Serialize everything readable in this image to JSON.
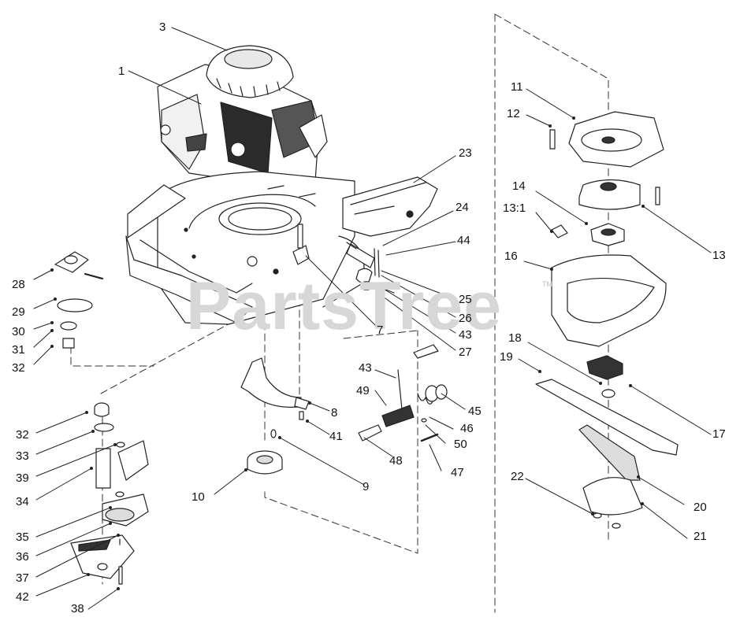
{
  "watermark": {
    "text": "PartsTree",
    "tm": "TM"
  },
  "callouts": [
    {
      "id": "c3",
      "text": "3"
    },
    {
      "id": "c1",
      "text": "1"
    },
    {
      "id": "c28",
      "text": "28"
    },
    {
      "id": "c29",
      "text": "29"
    },
    {
      "id": "c30",
      "text": "30"
    },
    {
      "id": "c31",
      "text": "31"
    },
    {
      "id": "c32a",
      "text": "32"
    },
    {
      "id": "c32b",
      "text": "32"
    },
    {
      "id": "c33",
      "text": "33"
    },
    {
      "id": "c39",
      "text": "39"
    },
    {
      "id": "c34",
      "text": "34"
    },
    {
      "id": "c35",
      "text": "35"
    },
    {
      "id": "c36",
      "text": "36"
    },
    {
      "id": "c37",
      "text": "37"
    },
    {
      "id": "c42",
      "text": "42"
    },
    {
      "id": "c38",
      "text": "38"
    },
    {
      "id": "c10",
      "text": "10"
    },
    {
      "id": "c9",
      "text": "9"
    },
    {
      "id": "c8",
      "text": "8"
    },
    {
      "id": "c41",
      "text": "41"
    },
    {
      "id": "c7",
      "text": "7"
    },
    {
      "id": "c23",
      "text": "23"
    },
    {
      "id": "c24",
      "text": "24"
    },
    {
      "id": "c44",
      "text": "44"
    },
    {
      "id": "c25",
      "text": "25"
    },
    {
      "id": "c26",
      "text": "26"
    },
    {
      "id": "c43a",
      "text": "43"
    },
    {
      "id": "c27",
      "text": "27"
    },
    {
      "id": "c43b",
      "text": "43"
    },
    {
      "id": "c49",
      "text": "49"
    },
    {
      "id": "c45",
      "text": "45"
    },
    {
      "id": "c46",
      "text": "46"
    },
    {
      "id": "c50",
      "text": "50"
    },
    {
      "id": "c48",
      "text": "48"
    },
    {
      "id": "c47",
      "text": "47"
    },
    {
      "id": "c11",
      "text": "11"
    },
    {
      "id": "c12",
      "text": "12"
    },
    {
      "id": "c14",
      "text": "14"
    },
    {
      "id": "c13_1",
      "text": "13:1"
    },
    {
      "id": "c13",
      "text": "13"
    },
    {
      "id": "c16",
      "text": "16"
    },
    {
      "id": "c18",
      "text": "18"
    },
    {
      "id": "c19",
      "text": "19"
    },
    {
      "id": "c17",
      "text": "17"
    },
    {
      "id": "c22",
      "text": "22"
    },
    {
      "id": "c20",
      "text": "20"
    },
    {
      "id": "c21",
      "text": "21"
    }
  ]
}
